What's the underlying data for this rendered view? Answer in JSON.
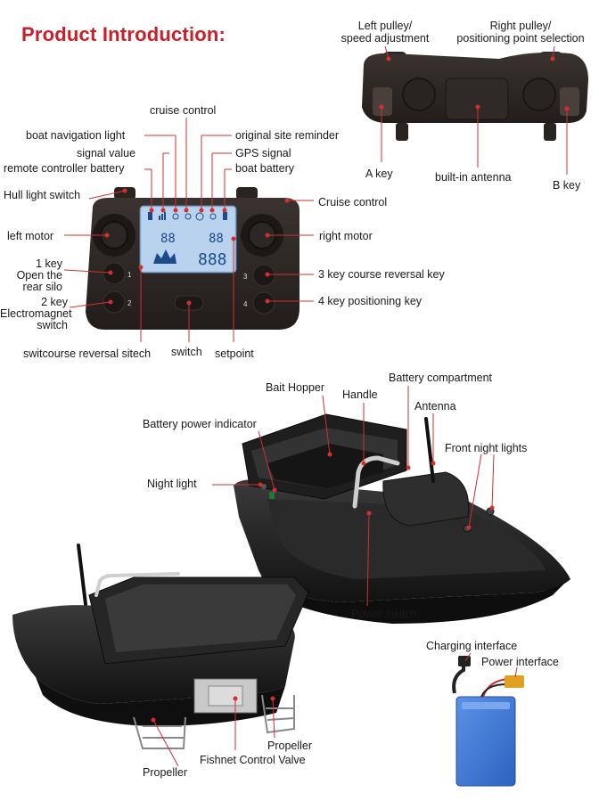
{
  "title": "Product Introduction",
  "title_colon": ":",
  "back_controller": {
    "left_pulley": "Left pulley/",
    "left_pulley_2": "speed adjustment",
    "right_pulley": "Right pulley/",
    "right_pulley_2": "positioning point selection",
    "a_key": "A key",
    "antenna": "built-in antenna",
    "b_key": "B key"
  },
  "front_controller": {
    "cruise_control_top": "cruise control",
    "boat_nav_light": "boat navigation light",
    "original_site": "original site reminder",
    "signal_value": "signal value",
    "gps_signal": "GPS signal",
    "remote_battery": "remote controller battery",
    "boat_battery": "boat battery",
    "hull_light": "Hull light switch",
    "cruise_control_right": "Cruise control",
    "left_motor": "left motor",
    "right_motor": "right motor",
    "key1_a": "1 key",
    "key1_b": "Open the",
    "key1_c": "rear silo",
    "key2_a": "2 key",
    "key2_b": "Electromagnet",
    "key2_c": "switch",
    "key3": "3 key course reversal key",
    "key4": "4 key positioning key",
    "switch_course": "switcourse reversal sitech",
    "switch": "switch",
    "setpoint": "setpoint",
    "btn1": "1",
    "btn2": "2",
    "btn3": "3",
    "btn4": "4",
    "lcd_left": "88",
    "lcd_right": "88",
    "lcd_big": "888"
  },
  "boat_top": {
    "bait_hopper": "Bait Hopper",
    "handle": "Handle",
    "battery_compartment": "Battery compartment",
    "antenna": "Antenna",
    "battery_indicator": "Battery power indicator",
    "front_lights": "Front night lights",
    "night_light": "Night light",
    "power_switch": "Power switch"
  },
  "boat_rear": {
    "propeller_right": "Propeller",
    "fishnet_valve": "Fishnet Control Valve",
    "propeller_left": "Propeller"
  },
  "battery": {
    "charging": "Charging interface",
    "power": "Power interface"
  },
  "colors": {
    "title": "#c8202a",
    "pointer": "#d32f2f",
    "lcd": "#a9c7e8",
    "battery": "#3f7ad6"
  }
}
